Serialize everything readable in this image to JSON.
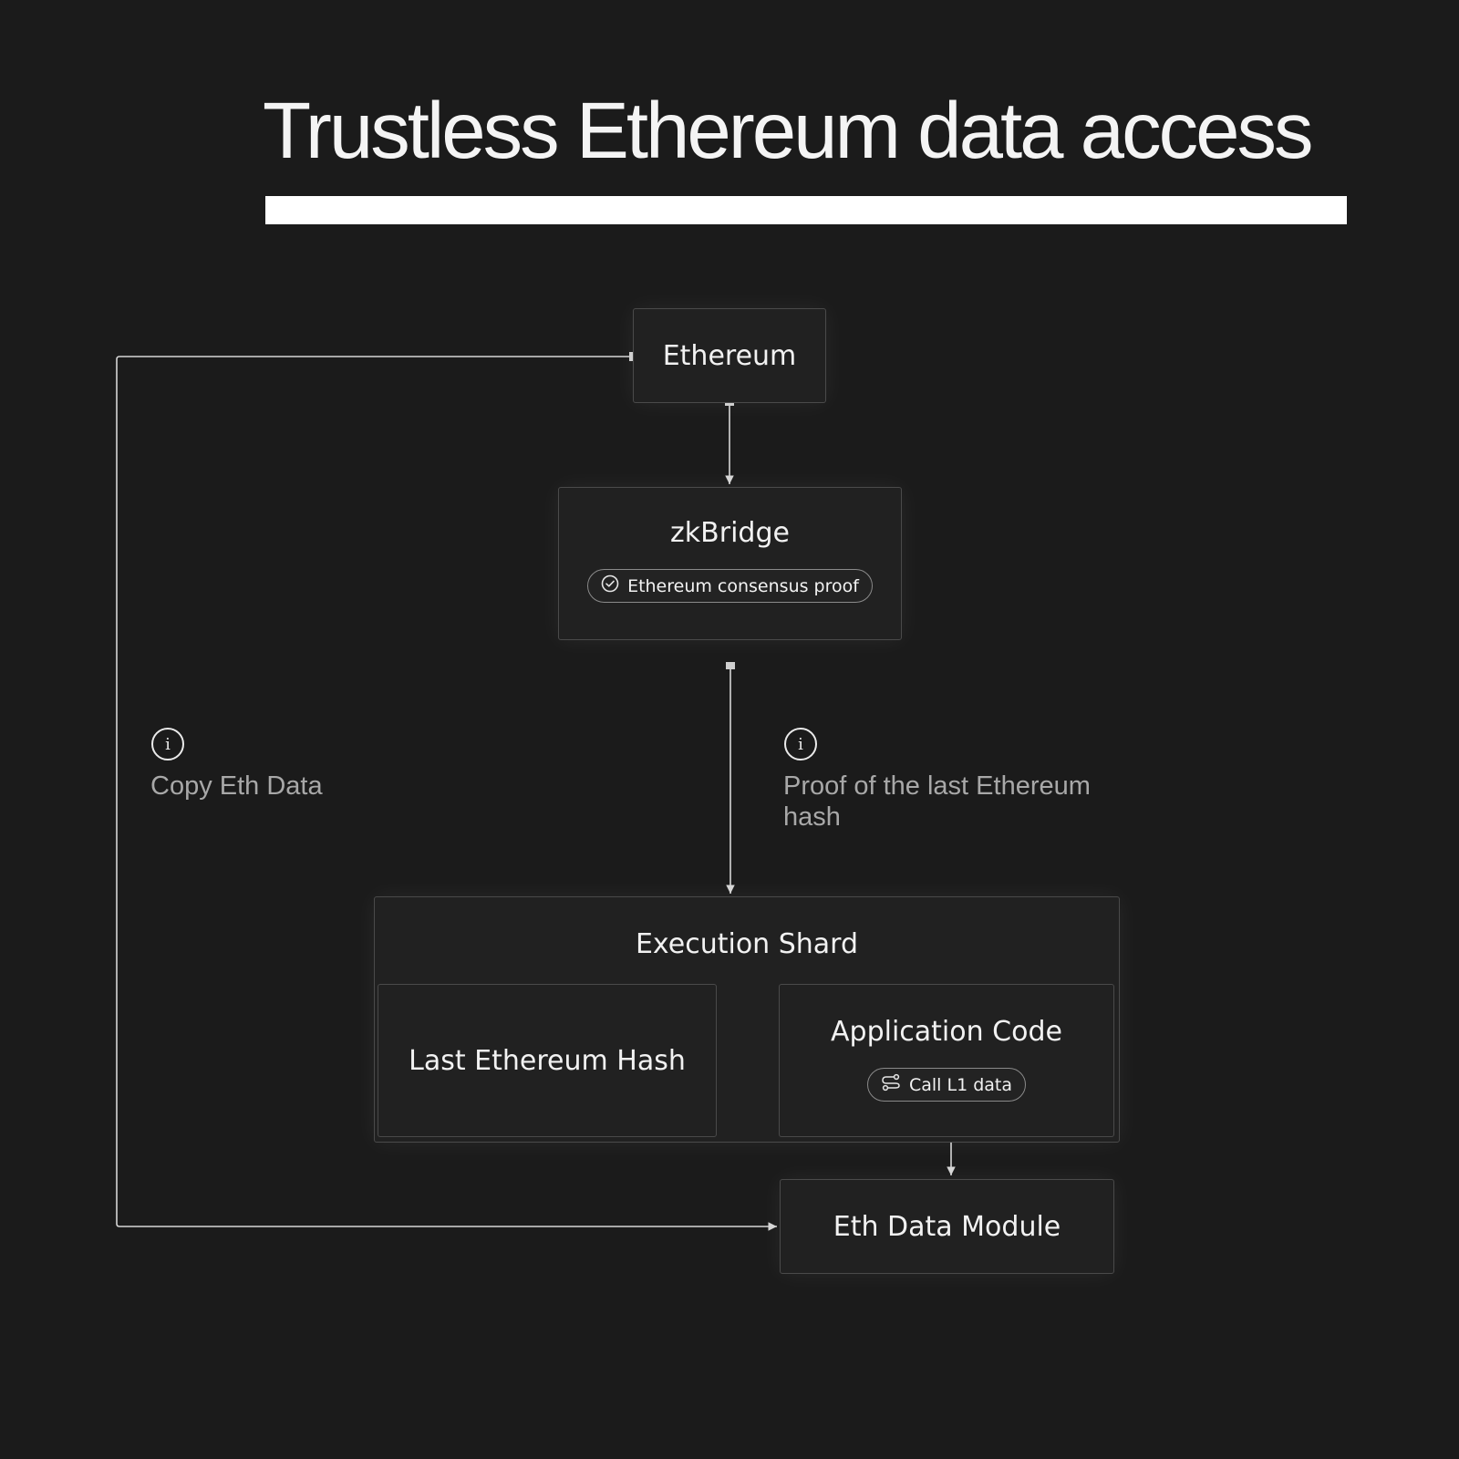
{
  "title": "Trustless Ethereum data access",
  "nodes": {
    "ethereum": "Ethereum",
    "zkbridge": "zkBridge",
    "zkbridge_badge": "Ethereum consensus proof",
    "execution_shard": "Execution Shard",
    "last_hash": "Last Ethereum Hash",
    "app_code": "Application Code",
    "app_code_badge": "Call L1 data",
    "eth_data_module": "Eth Data Module"
  },
  "notes": {
    "copy": "Copy Eth Data",
    "proof": "Proof of the last Ethereum hash"
  },
  "icons": {
    "info": "info-icon",
    "check": "check-circle-icon",
    "route": "route-icon"
  },
  "colors": {
    "background": "#1b1b1b",
    "box": "#212121",
    "line": "#d6d6d6",
    "muted_text": "#a8a8a8"
  }
}
